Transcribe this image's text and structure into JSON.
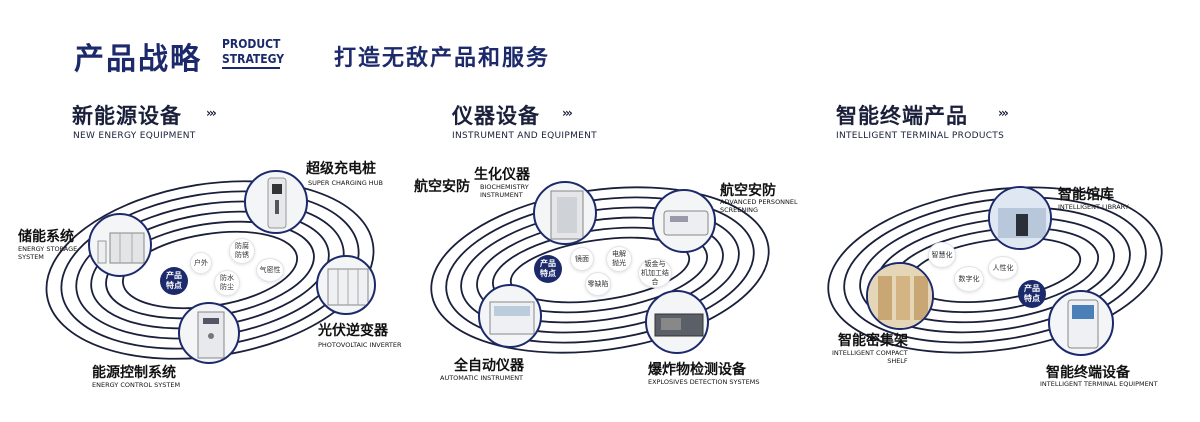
{
  "header": {
    "title": "产品战略",
    "title_en_line1": "PRODUCT",
    "title_en_line2": "STRATEGY",
    "subtitle": "打造无敌产品和服务"
  },
  "arrows": "›››",
  "colors": {
    "navy": "#1c2a6b",
    "ring": "#1a1f3a"
  },
  "sections": [
    {
      "title": "新能源设备",
      "title_en": "NEW ENERGY EQUIPMENT",
      "core": "产品\n特点",
      "features": [
        "户外",
        "防腐\n防锈",
        "气密性",
        "防水\n防尘"
      ],
      "products": [
        {
          "cn": "超级充电桩",
          "en": "SUPER CHARGING HUB",
          "icon": "charging-pile-photo"
        },
        {
          "cn": "储能系统",
          "en": "ENERGY STORAGE\nSYSTEM",
          "icon": "energy-storage-photo"
        },
        {
          "cn": "光伏逆变器",
          "en": "PHOTOVOLTAIC INVERTER",
          "icon": "pv-inverter-photo"
        },
        {
          "cn": "能源控制系统",
          "en": "ENERGY CONTROL SYSTEM",
          "icon": "energy-control-photo"
        }
      ]
    },
    {
      "title": "仪器设备",
      "title_en": "INSTRUMENT AND EQUIPMENT",
      "core": "产品\n特点",
      "features": [
        "镜面",
        "电解\n抛光",
        "零缺陷",
        "钣金与\n机加工结合"
      ],
      "products": [
        {
          "cn": "生化仪器",
          "en": "BIOCHEMISTRY\nINSTRUMENT",
          "icon": "biochemistry-photo"
        },
        {
          "cn": "航空安防",
          "en": "",
          "icon": ""
        },
        {
          "cn": "航空安防",
          "en": "ADVANCED PERSONNEL\nSCREENING",
          "icon": "screening-photo"
        },
        {
          "cn": "全自动仪器",
          "en": "AUTOMATIC INSTRUMENT",
          "icon": "automatic-instrument-photo"
        },
        {
          "cn": "爆炸物检测设备",
          "en": "EXPLOSIVES DETECTION SYSTEMS",
          "icon": "explosives-detection-photo"
        }
      ]
    },
    {
      "title": "智能终端产品",
      "title_en": "INTELLIGENT TERMINAL PRODUCTS",
      "core": "产品\n特点",
      "features": [
        "智慧化",
        "人性化",
        "数字化"
      ],
      "products": [
        {
          "cn": "智能馆库",
          "en": "INTELLIGENT LIBRARY",
          "icon": "library-photo"
        },
        {
          "cn": "智能密集架",
          "en": "INTELLIGENT COMPACT\nSHELF",
          "icon": "compact-shelf-photo"
        },
        {
          "cn": "智能终端设备",
          "en": "INTELLIGENT TERMINAL EQUIPMENT",
          "icon": "terminal-photo"
        }
      ]
    }
  ]
}
